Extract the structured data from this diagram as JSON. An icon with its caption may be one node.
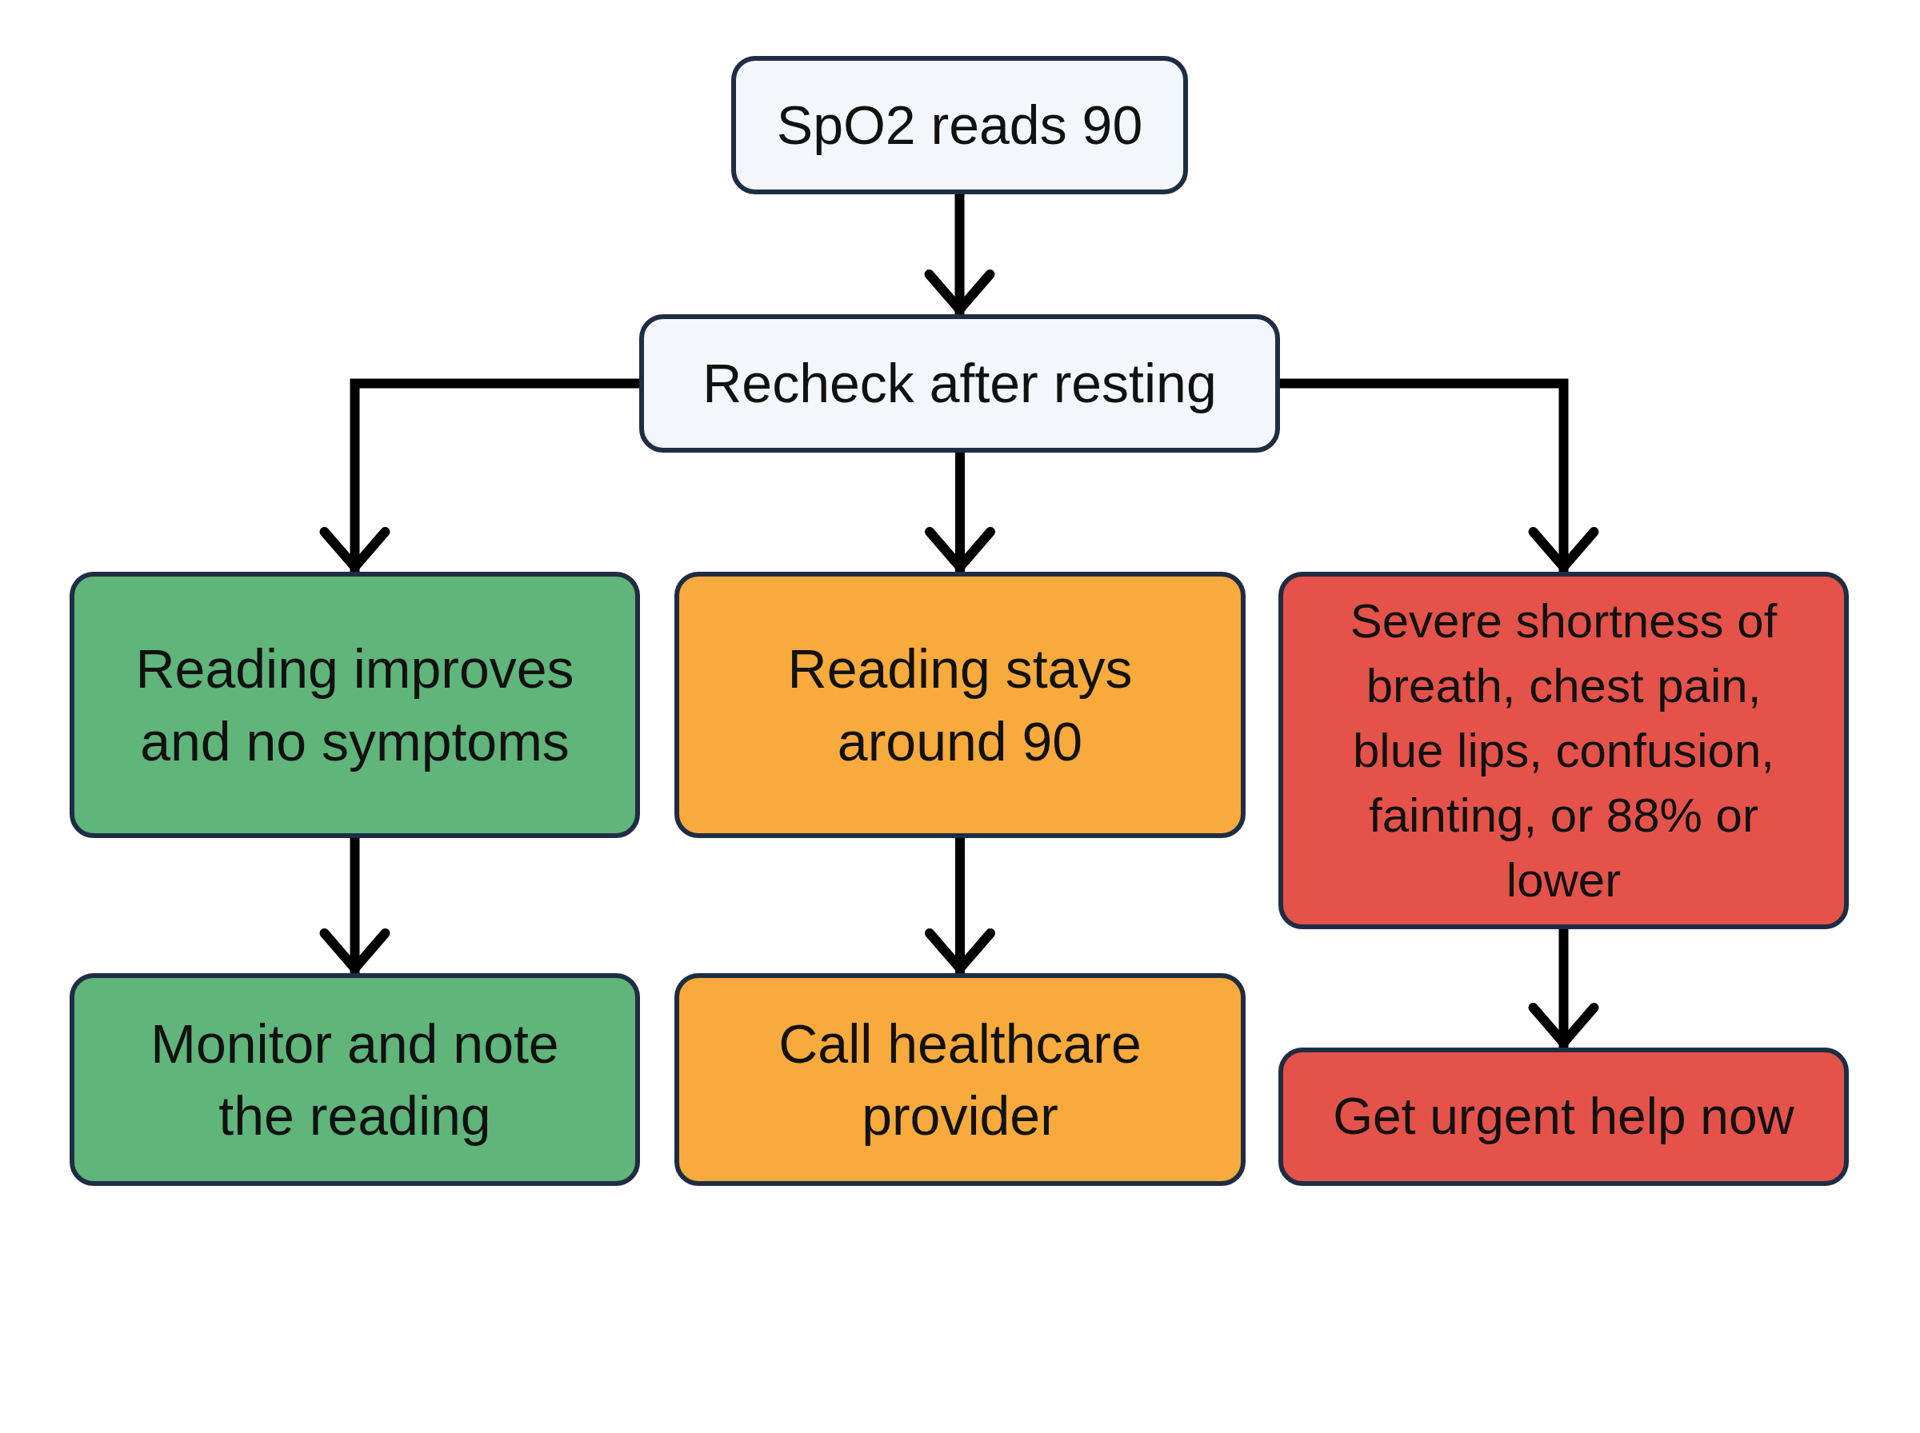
{
  "diagram": {
    "nodes": [
      {
        "text": [
          "SpO2 reads 90"
        ]
      },
      {
        "text": [
          "Recheck after resting"
        ]
      },
      {
        "text": [
          "Reading improves and no symptoms"
        ]
      },
      {
        "text": [
          "Reading stays around 90"
        ]
      },
      {
        "text": [
          "Severe shortness of breath, chest pain, blue lips, confusion, fainting, or 88% or lower"
        ]
      },
      {
        "text": [
          "Monitor and note the reading"
        ]
      },
      {
        "text": [
          "Call healthcare provider"
        ]
      },
      {
        "text": [
          "Get urgent help now"
        ]
      }
    ],
    "edges": [
      {
        "from": 0,
        "to": 1,
        "arrow": "to"
      },
      {
        "from": 1,
        "to": 2,
        "arrow": "to"
      },
      {
        "from": 1,
        "to": 3,
        "arrow": "to"
      },
      {
        "from": 1,
        "to": 4,
        "arrow": "to"
      },
      {
        "from": 2,
        "to": 5,
        "arrow": "to"
      },
      {
        "from": 3,
        "to": 6,
        "arrow": "to"
      },
      {
        "from": 4,
        "to": 7,
        "arrow": "to"
      }
    ]
  }
}
